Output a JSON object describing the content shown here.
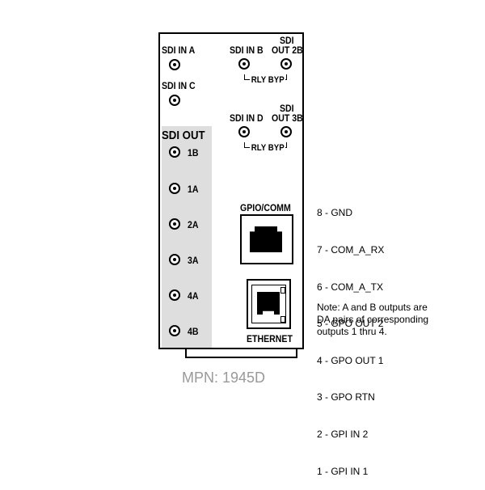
{
  "labels": {
    "sdi_in_a": "SDI IN A",
    "sdi_in_c": "SDI IN C",
    "sdi_in_b": "SDI IN B",
    "sdi_out_2b_top": "SDI",
    "sdi_out_2b_bottom": "OUT 2B",
    "sdi_in_d": "SDI IN D",
    "sdi_out_3b_top": "SDI",
    "sdi_out_3b_bottom": "OUT 3B",
    "rly_byp": "RLY BYP",
    "sdi_out_heading": "SDI OUT",
    "out_1b": "1B",
    "out_1a": "1A",
    "out_2a": "2A",
    "out_3a": "3A",
    "out_4a": "4A",
    "out_4b": "4B",
    "gpio_comm": "GPIO/COMM",
    "ethernet": "ETHERNET"
  },
  "pinout": [
    "8 - GND",
    "7 - COM_A_RX",
    "6 - COM_A_TX",
    "5 - GPO OUT 2",
    "4 - GPO OUT 1",
    "3 - GPO RTN",
    "2 - GPI IN 2",
    "1 - GPI IN 1"
  ],
  "note": "Note: A and B outputs are DA pairs of corresponding outputs 1 thru 4.",
  "mpn": "MPN: 1945D"
}
